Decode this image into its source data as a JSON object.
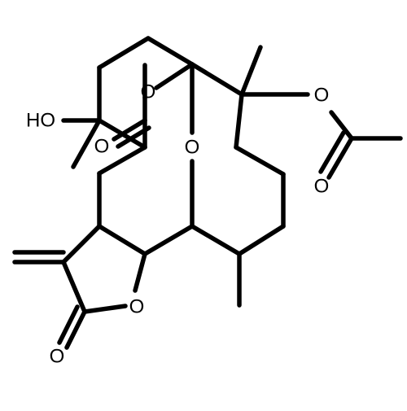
{
  "structure": {
    "atom_labels": {
      "hydroxyl": "HO",
      "acetate_ester_o": "O",
      "acetate_carbonyl_o": "O",
      "bridge_ester_o": "O",
      "bridge_carbonyl_o": "O",
      "ether_o": "O",
      "lactone_ring_o": "O",
      "lactone_carbonyl_o": "O"
    },
    "colors": {
      "bond": "#000000",
      "label": "#000000",
      "background": "#ffffff"
    }
  }
}
